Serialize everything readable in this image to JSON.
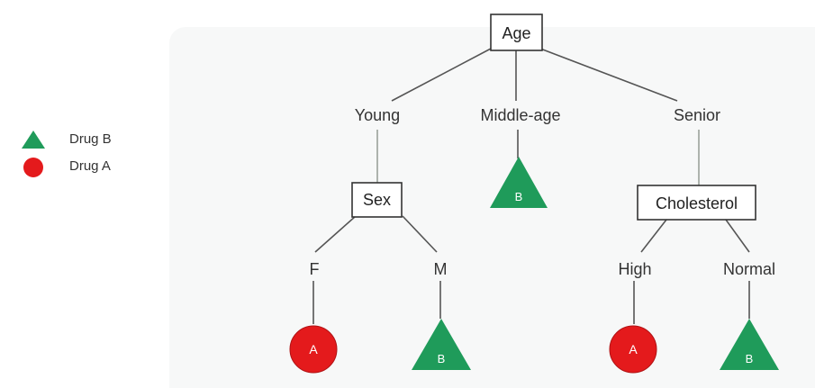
{
  "legend": {
    "drug_b": {
      "label": "Drug B",
      "shape": "triangle",
      "color": "#1f9b5a"
    },
    "drug_a": {
      "label": "Drug A",
      "shape": "circle",
      "color": "#e41a1c"
    }
  },
  "tree": {
    "root": "Age",
    "age_branches": {
      "young": "Young",
      "middle": "Middle-age",
      "senior": "Senior"
    },
    "sex_node": "Sex",
    "sex_branches": {
      "female": "F",
      "male": "M"
    },
    "cholesterol_node": "Cholesterol",
    "cholesterol_branches": {
      "high": "High",
      "normal": "Normal"
    },
    "leaves": {
      "middle_age": "B",
      "female": "A",
      "male": "B",
      "high": "A",
      "normal": "B"
    }
  },
  "colors": {
    "drug_a": "#e41a1c",
    "drug_b": "#1f9b5a",
    "edge": "#555555",
    "stem": "#9aa29a",
    "box_border": "#333333"
  }
}
